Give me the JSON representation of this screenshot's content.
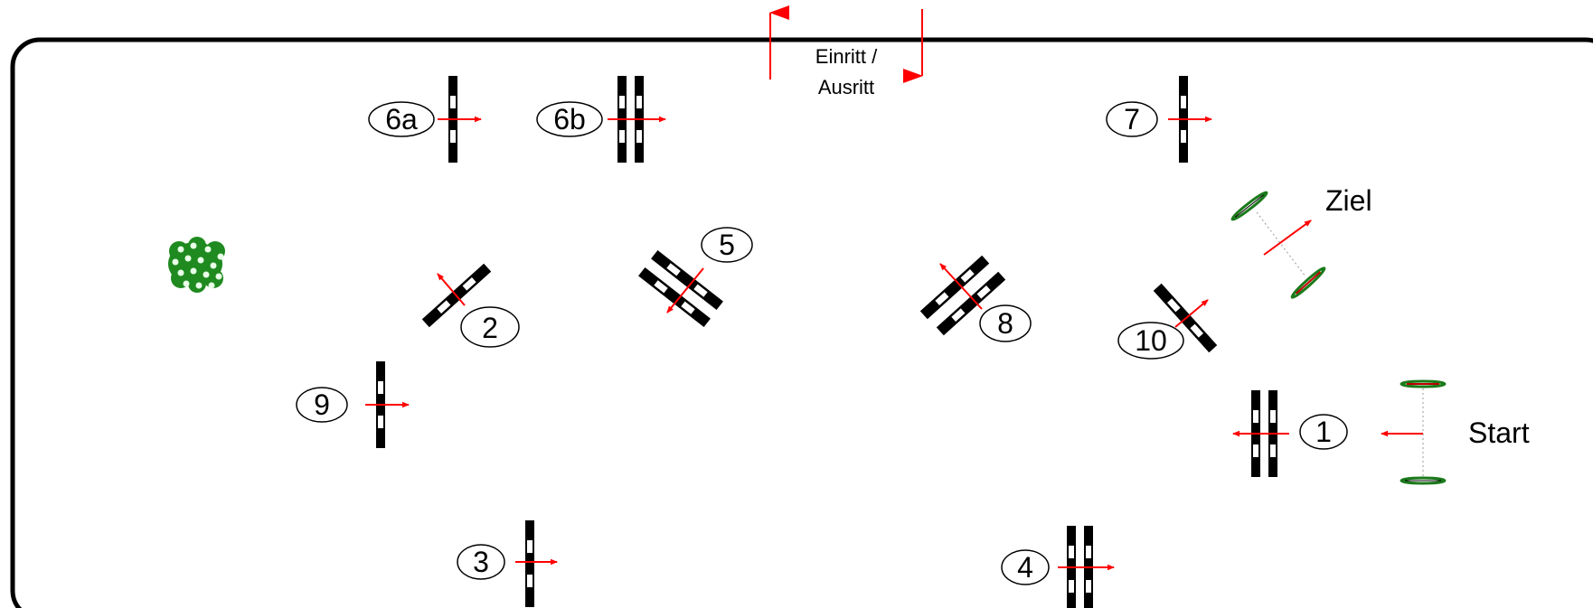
{
  "entrance": {
    "label_line1": "Einritt /",
    "label_line2": "Ausritt"
  },
  "obstacles": {
    "o1": "1",
    "o2": "2",
    "o3": "3",
    "o4": "4",
    "o5": "5",
    "o6a": "6a",
    "o6b": "6b",
    "o7": "7",
    "o8": "8",
    "o9": "9",
    "o10": "10"
  },
  "start_label": "Start",
  "finish_label": "Ziel",
  "colors": {
    "arena_border": "#000000",
    "arrow": "#ff0000",
    "pole_dark": "#000000",
    "pole_light": "#ffffff",
    "flag_green": "#1a7a1a",
    "flower_green": "#1f8a1f"
  },
  "icons": {
    "entrance_arrows": "entrance-exit-arrows-icon",
    "flower_box": "flower-box-icon",
    "jump_arrow": "jump-direction-arrow-icon"
  }
}
